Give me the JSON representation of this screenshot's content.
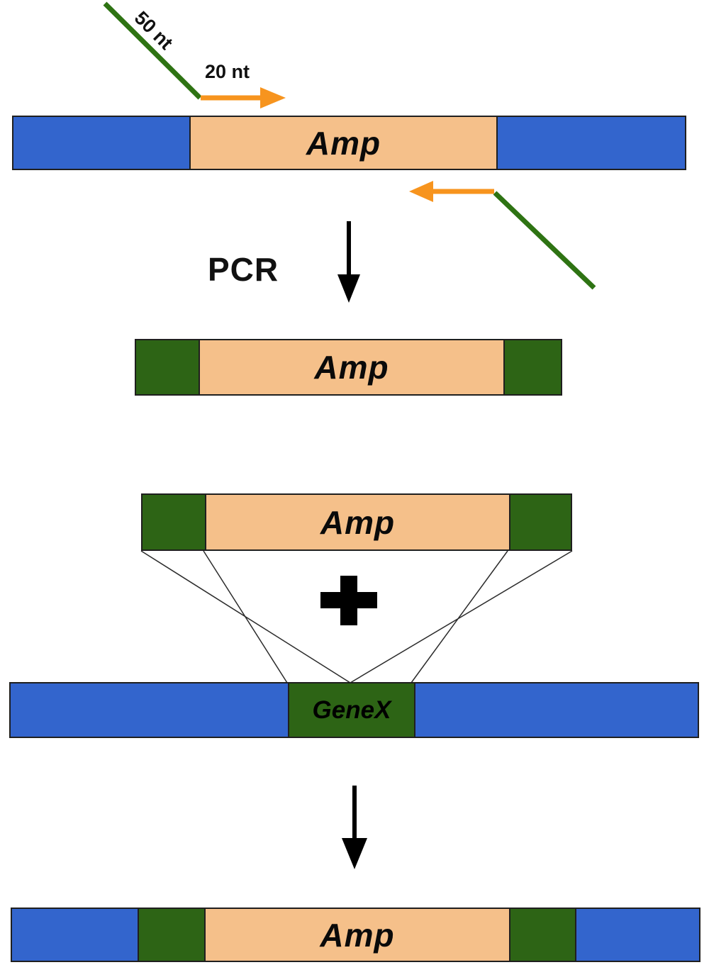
{
  "diagram": {
    "description_labels": {
      "homology_50": "50 nt",
      "annealing_20": "20 nt",
      "pcr": "PCR"
    },
    "icons": {
      "forward_primer_arrow": "right-arrow",
      "reverse_primer_arrow": "left-arrow",
      "pcr_step_arrow": "down-arrow",
      "integration_step_arrow": "down-arrow",
      "plus": "+"
    },
    "colors": {
      "chromosome_blue": "#3365CD",
      "cassette_tan": "#F5C08A",
      "homology_green": "#2D6415",
      "primer_tail_green": "#2E7313",
      "primer_orange": "#F7941E",
      "line_black": "#222222"
    },
    "bars": [
      {
        "name": "template-with-amp-cassette",
        "segments": [
          {
            "color": "blue",
            "label": ""
          },
          {
            "color": "tan",
            "label": "Amp"
          },
          {
            "color": "blue",
            "label": ""
          }
        ]
      },
      {
        "name": "pcr-product",
        "segments": [
          {
            "color": "green",
            "label": ""
          },
          {
            "color": "tan",
            "label": "Amp"
          },
          {
            "color": "green",
            "label": ""
          }
        ]
      },
      {
        "name": "donor-fragment",
        "segments": [
          {
            "color": "green",
            "label": ""
          },
          {
            "color": "tan",
            "label": "Amp"
          },
          {
            "color": "green",
            "label": ""
          }
        ]
      },
      {
        "name": "target-locus",
        "segments": [
          {
            "color": "blue",
            "label": ""
          },
          {
            "color": "green",
            "label": "GeneX"
          },
          {
            "color": "blue",
            "label": ""
          }
        ]
      },
      {
        "name": "recombinant-product",
        "segments": [
          {
            "color": "blue",
            "label": ""
          },
          {
            "color": "green",
            "label": ""
          },
          {
            "color": "tan",
            "label": "Amp"
          },
          {
            "color": "green",
            "label": ""
          },
          {
            "color": "blue",
            "label": ""
          }
        ]
      }
    ]
  }
}
